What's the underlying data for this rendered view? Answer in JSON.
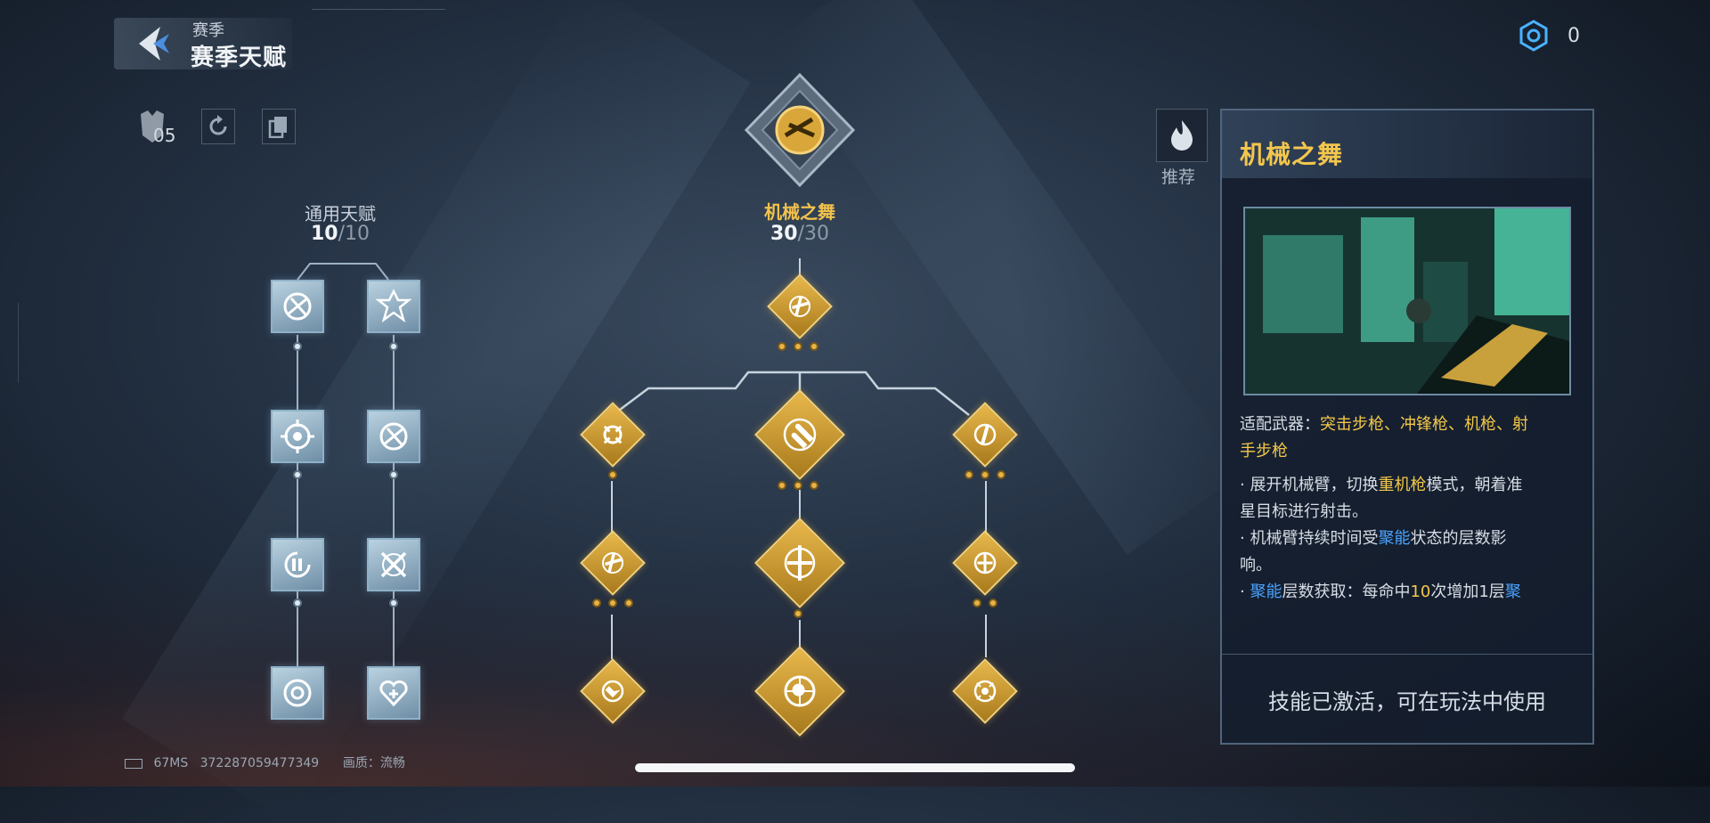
{
  "header": {
    "section_label": "赛季",
    "page_title": "赛季天赋",
    "currency_value": "0"
  },
  "toolbar": {
    "points": "05"
  },
  "general_talent": {
    "title": "通用天赋",
    "count": "10",
    "total": "/10"
  },
  "main_talent": {
    "title": "机械之舞",
    "count": "30",
    "total": "/30"
  },
  "recommend": {
    "label": "推荐"
  },
  "detail": {
    "title": "机械之舞",
    "weapons_label": "适配武器：",
    "weapons_value_1": "突击步枪、冲锋枪、机枪、射",
    "weapons_value_2": "手步枪",
    "line1_a": "· 展开机械臂，切换",
    "line1_b": "重机枪",
    "line1_c": "模式，朝着准",
    "line1_d": "星目标进行射击。",
    "line2_a": "· 机械臂持续时间受",
    "line2_b": "聚能",
    "line2_c": "状态的层数影",
    "line2_d": "响。",
    "line3_a": "· ",
    "line3_b": "聚能",
    "line3_c": "层数获取：每命中",
    "line3_d": "10",
    "line3_e": "次增加1层",
    "line3_f": "聚",
    "footer": "技能已激活，可在玩法中使用"
  },
  "status_bar": {
    "ping": "67MS",
    "uid": "372287059477349",
    "quality_label": "画质：",
    "quality_value": "流畅"
  },
  "colors": {
    "gold": "#f2c24d",
    "blue_highlight": "#4aa3ff",
    "silver": "#b9d2e0"
  }
}
